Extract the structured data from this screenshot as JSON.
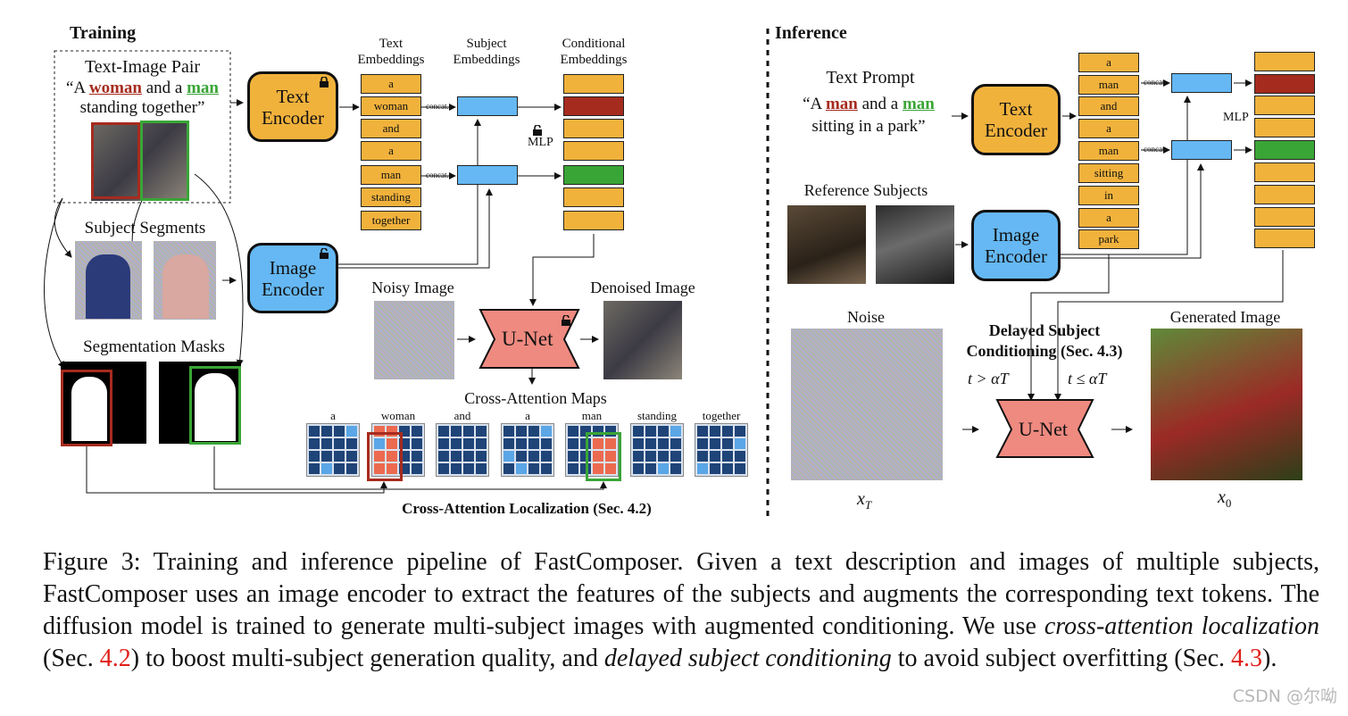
{
  "training": {
    "header": "Training",
    "pair_title": "Text-Image Pair",
    "pair_caption_line1_pre": "“A ",
    "pair_caption_word1": "woman",
    "pair_caption_mid": " and a ",
    "pair_caption_word2": "man",
    "pair_caption_line2": "standing together”",
    "text_encoder": [
      "Text",
      "Encoder"
    ],
    "image_encoder": [
      "Image",
      "Encoder"
    ],
    "text_embeddings_label": [
      "Text",
      "Embeddings"
    ],
    "subject_embeddings_label": [
      "Subject",
      "Embeddings"
    ],
    "conditional_embeddings_label": [
      "Conditional",
      "Embeddings"
    ],
    "tokens": [
      "a",
      "woman",
      "and",
      "a",
      "man",
      "standing",
      "together"
    ],
    "concat_label": "concat.",
    "mlp_label": "MLP",
    "subject_segments": "Subject Segments",
    "segmentation_masks": "Segmentation Masks",
    "noisy_image": "Noisy Image",
    "denoised_image": "Denoised Image",
    "unet": "U-Net",
    "cross_attention_maps": "Cross-Attention Maps",
    "cross_attention_localization": "Cross-Attention Localization (Sec. 4.2)"
  },
  "inference": {
    "header": "Inference",
    "text_prompt": "Text Prompt",
    "prompt_pre": "“A ",
    "prompt_word1": "man",
    "prompt_mid": " and a ",
    "prompt_word2": "man",
    "prompt_line2": "sitting in a park”",
    "text_encoder": [
      "Text",
      "Encoder"
    ],
    "image_encoder": [
      "Image",
      "Encoder"
    ],
    "reference_subjects": "Reference Subjects",
    "tokens": [
      "a",
      "man",
      "and",
      "a",
      "man",
      "sitting",
      "in",
      "a",
      "park"
    ],
    "concat_label": "concat.",
    "mlp_label": "MLP",
    "noise": "Noise",
    "delayed_line1": "Delayed Subject",
    "delayed_line2": "Conditioning (Sec. 4.3)",
    "cond_left": "t > αT",
    "cond_right": "t ≤ αT",
    "unet": "U-Net",
    "generated_image": "Generated Image",
    "x_T": "x",
    "x_T_sub": "T",
    "x_0": "x",
    "x_0_sub": "0"
  },
  "caption": {
    "p1": "Figure 3: Training and inference pipeline of FastComposer. Given a text description and images of multiple subjects, FastComposer uses an image encoder to extract the features of the subjects and augments the corresponding text tokens. The diffusion model is trained to generate multi-subject images with augmented conditioning. We use ",
    "i1": "cross-attention localization",
    "p2": " (Sec. ",
    "ref1": "4.2",
    "p3": ") to boost multi-subject generation quality, and ",
    "i2": "delayed subject conditioning",
    "p4": " to avoid subject overfitting (Sec. ",
    "ref2": "4.3",
    "p5": ")."
  },
  "watermark": "CSDN @尔呦",
  "colors": {
    "orange": "#f1b23c",
    "blue": "#65b8f3",
    "woman_red": "#a62b1f",
    "man_green": "#3aa537",
    "unet_pink": "#ef8a80"
  }
}
